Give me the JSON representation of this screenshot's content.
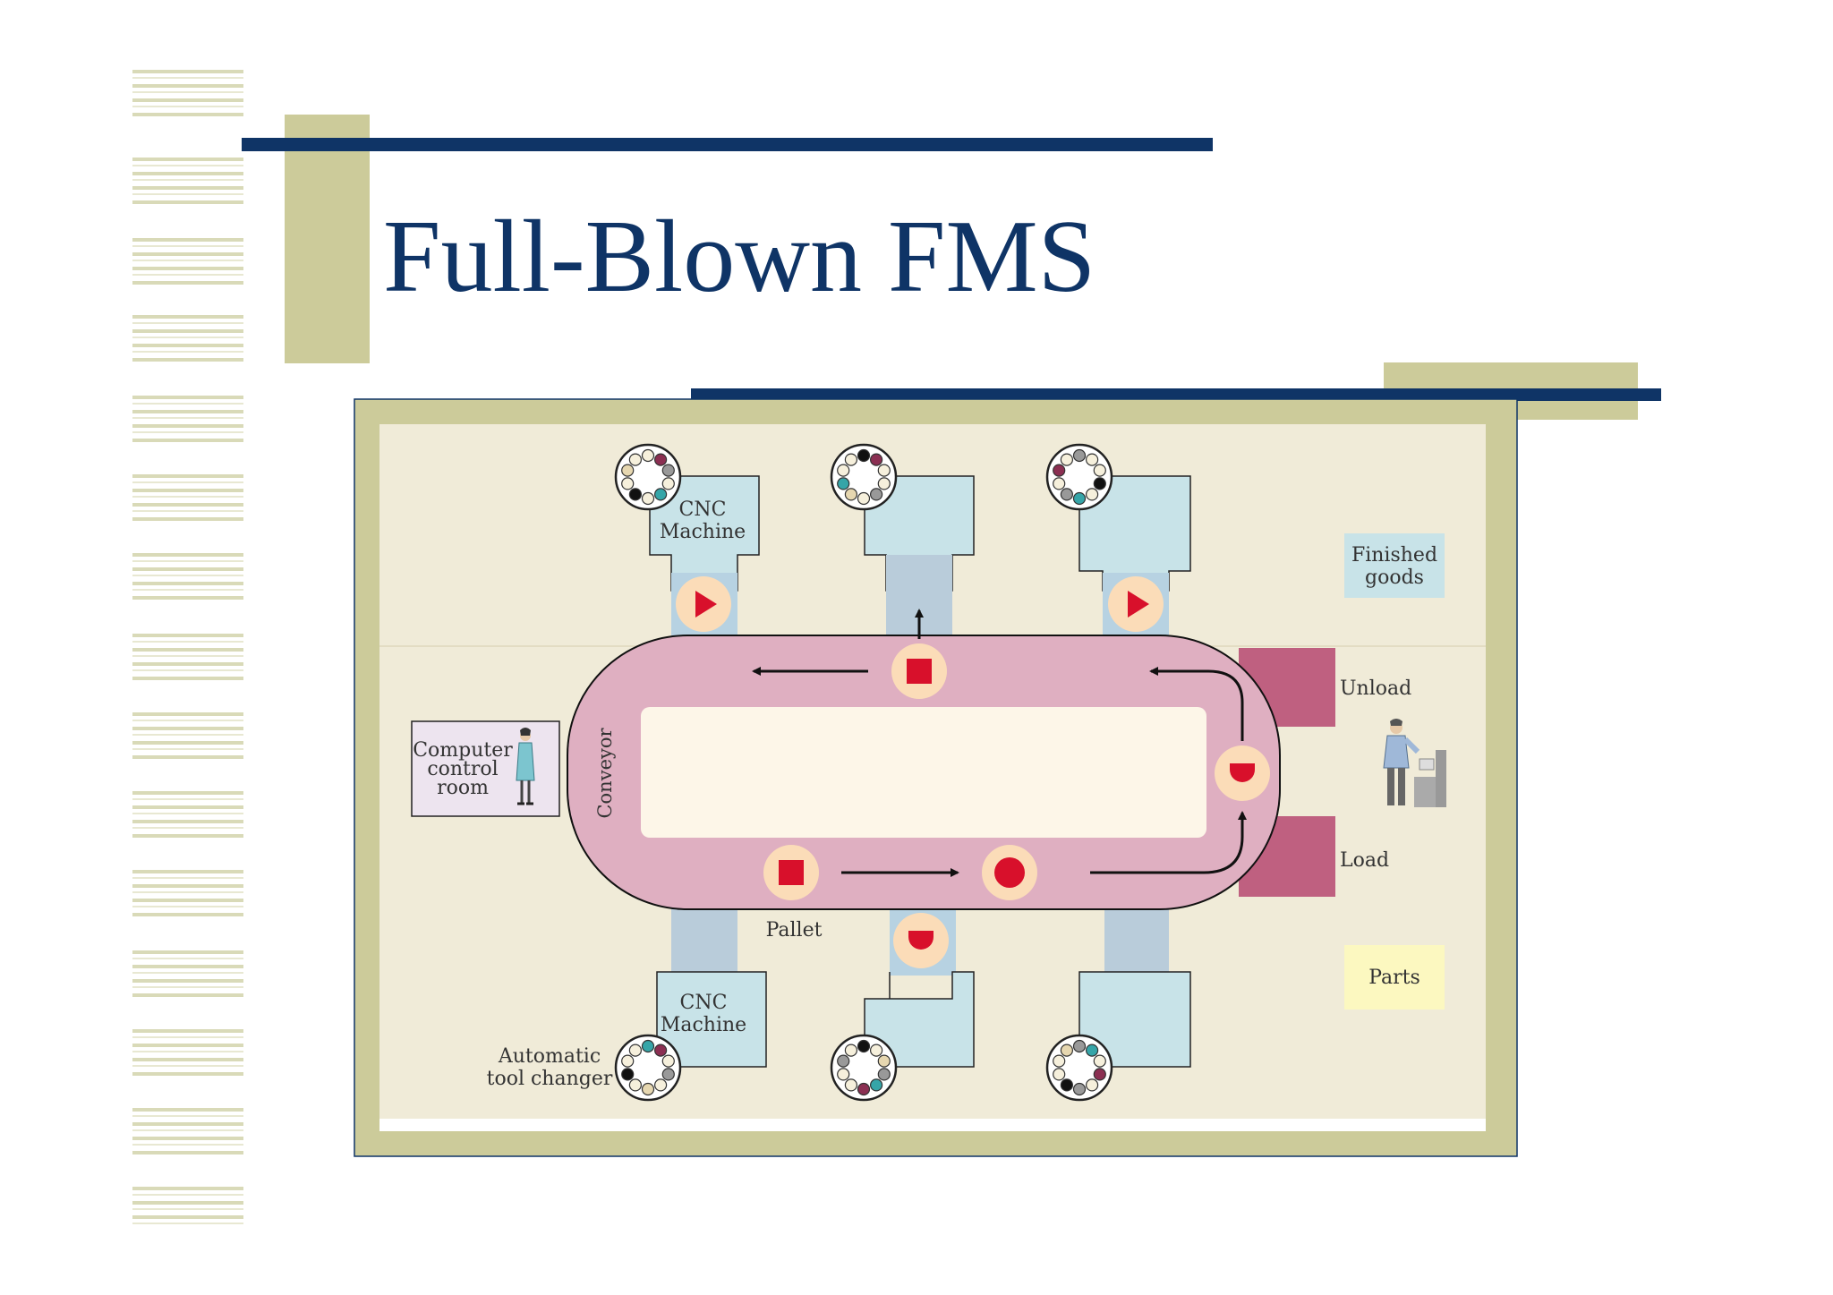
{
  "slide": {
    "title": "Full-Blown FMS"
  },
  "diagram": {
    "labels": {
      "cnc_top": [
        "CNC",
        "Machine"
      ],
      "cnc_bottom": [
        "CNC",
        "Machine"
      ],
      "finished_goods": [
        "Finished",
        "goods"
      ],
      "unload": "Unload",
      "load": "Load",
      "parts": "Parts",
      "computer_room": [
        "Computer",
        "control",
        "room"
      ],
      "conveyor": "Conveyor",
      "pallet": "Pallet",
      "tool_changer": [
        "Automatic",
        "tool changer"
      ]
    },
    "colors": {
      "title": "#0f3466",
      "navy_bar": "#0f3466",
      "olive": "#cccb9a",
      "floor": "#f0ebd8",
      "machine": "#c8e3e8",
      "conveyor": "#dfafc1",
      "dock": "#bf6080",
      "pallet_fill": "#fbdcb8",
      "part_red": "#d8102b",
      "parts_box": "#fcf8c0"
    }
  }
}
